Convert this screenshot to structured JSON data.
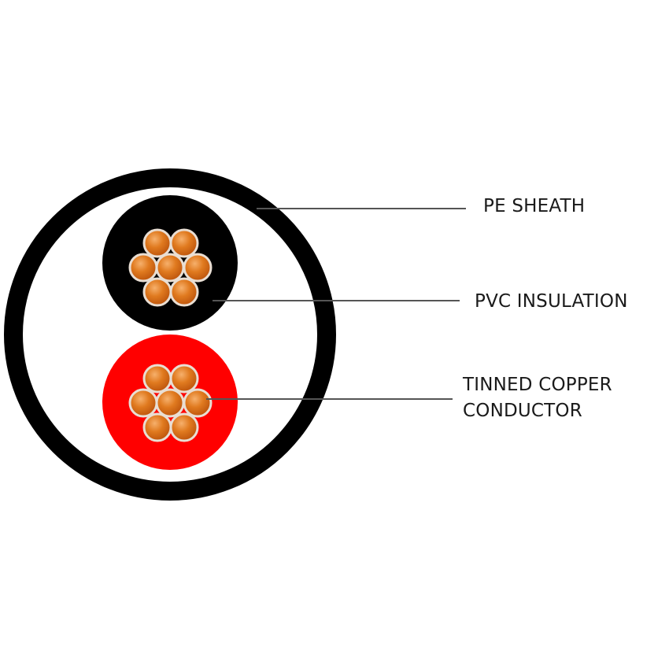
{
  "colors": {
    "sheath": "#000000",
    "filler": "#ffffff",
    "insulation_black": "#000000",
    "insulation_red": "#ff0000",
    "copper": "#d9640f",
    "copper_highlight": "#f3a25a",
    "tin_rim": "#e9ded3",
    "leader_line": "#555555"
  },
  "labels": {
    "pe_sheath": "PE SHEATH",
    "pvc_insulation": "PVC INSULATION",
    "conductor_line1": "TINNED COPPER",
    "conductor_line2": "CONDUCTOR"
  }
}
